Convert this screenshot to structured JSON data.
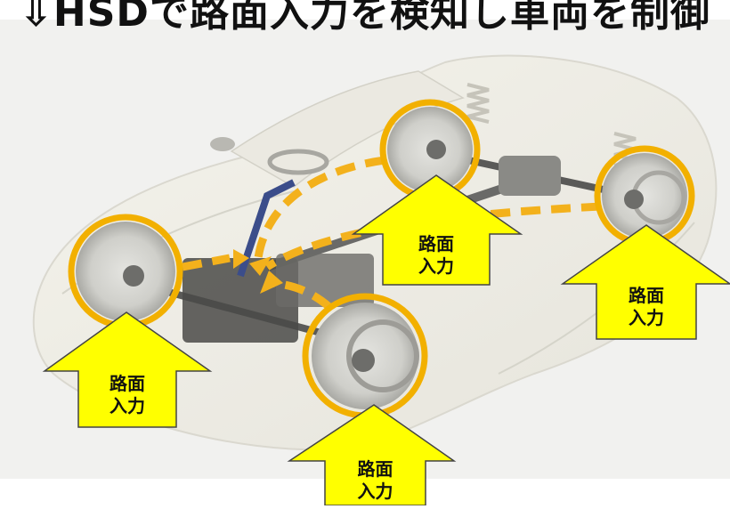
{
  "title": "⇩HSDで路面入力を検知し車両を制御",
  "colors": {
    "ring": "#f2b000",
    "dash": "#f3b11c",
    "arrow_fill": "#ffff00",
    "arrow_stroke": "#444444",
    "panel_bg": "#f1f1ef"
  },
  "arrows": [
    {
      "line1": "路面",
      "line2": "入力"
    },
    {
      "line1": "路面",
      "line2": "入力"
    },
    {
      "line1": "路面",
      "line2": "入力"
    },
    {
      "line1": "路面",
      "line2": "入力"
    }
  ]
}
